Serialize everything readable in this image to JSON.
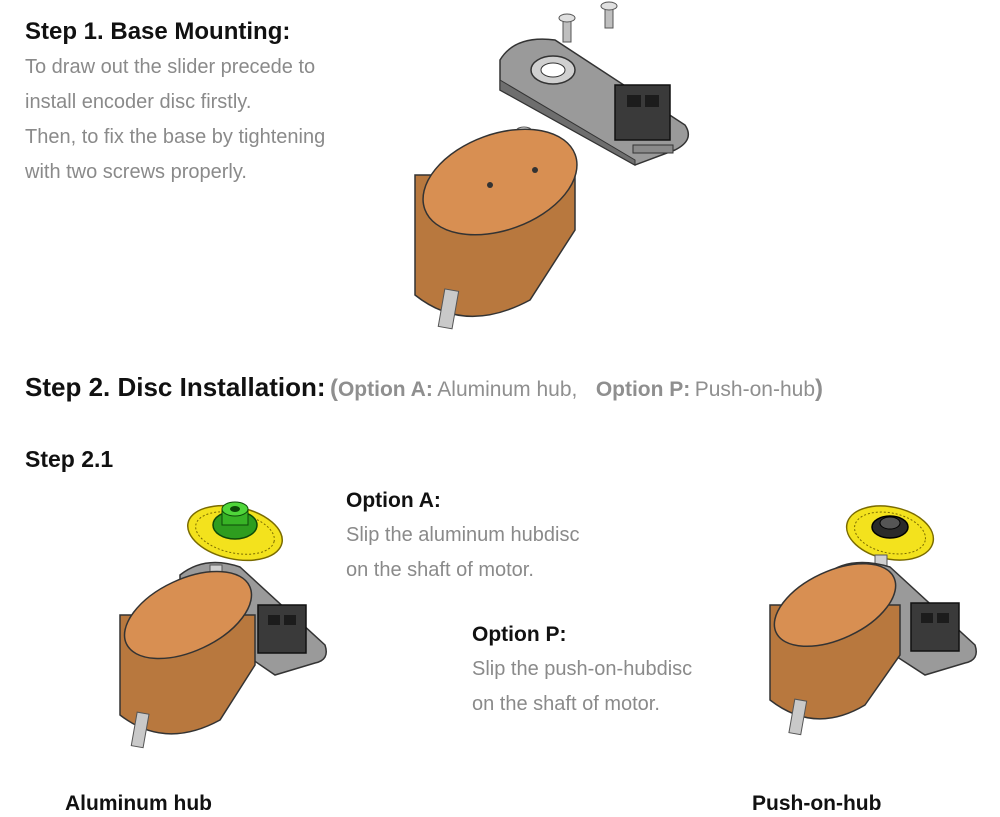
{
  "step1": {
    "title": "Step 1. Base Mounting:",
    "lines": [
      "To draw out the slider precede to",
      "install encoder disc firstly.",
      "Then, to fix the base by tightening",
      "with two screws properly."
    ]
  },
  "step2": {
    "title": "Step 2. Disc Installation:",
    "paren_open": "(",
    "option_a_label": "Option A:",
    "option_a_value": "Aluminum hub,",
    "option_p_label": "Option P:",
    "option_p_value": "Push-on-hub",
    "paren_close": ")"
  },
  "step21": {
    "title": "Step 2.1",
    "option_a": {
      "label": "Option A:",
      "lines": [
        "Slip the aluminum hubdisc",
        "on the shaft of motor."
      ]
    },
    "option_p": {
      "label": "Option P:",
      "lines": [
        "Slip the push-on-hubdisc",
        "on the shaft of motor."
      ]
    }
  },
  "captions": {
    "left": "Aluminum hub",
    "right": "Push-on-hub"
  },
  "colors": {
    "motor_body": "#b8783e",
    "motor_top": "#d88f52",
    "disc_yellow": "#f3e21d",
    "hub_green": "#2e9d1f",
    "base_gray": "#8c8c8c"
  }
}
